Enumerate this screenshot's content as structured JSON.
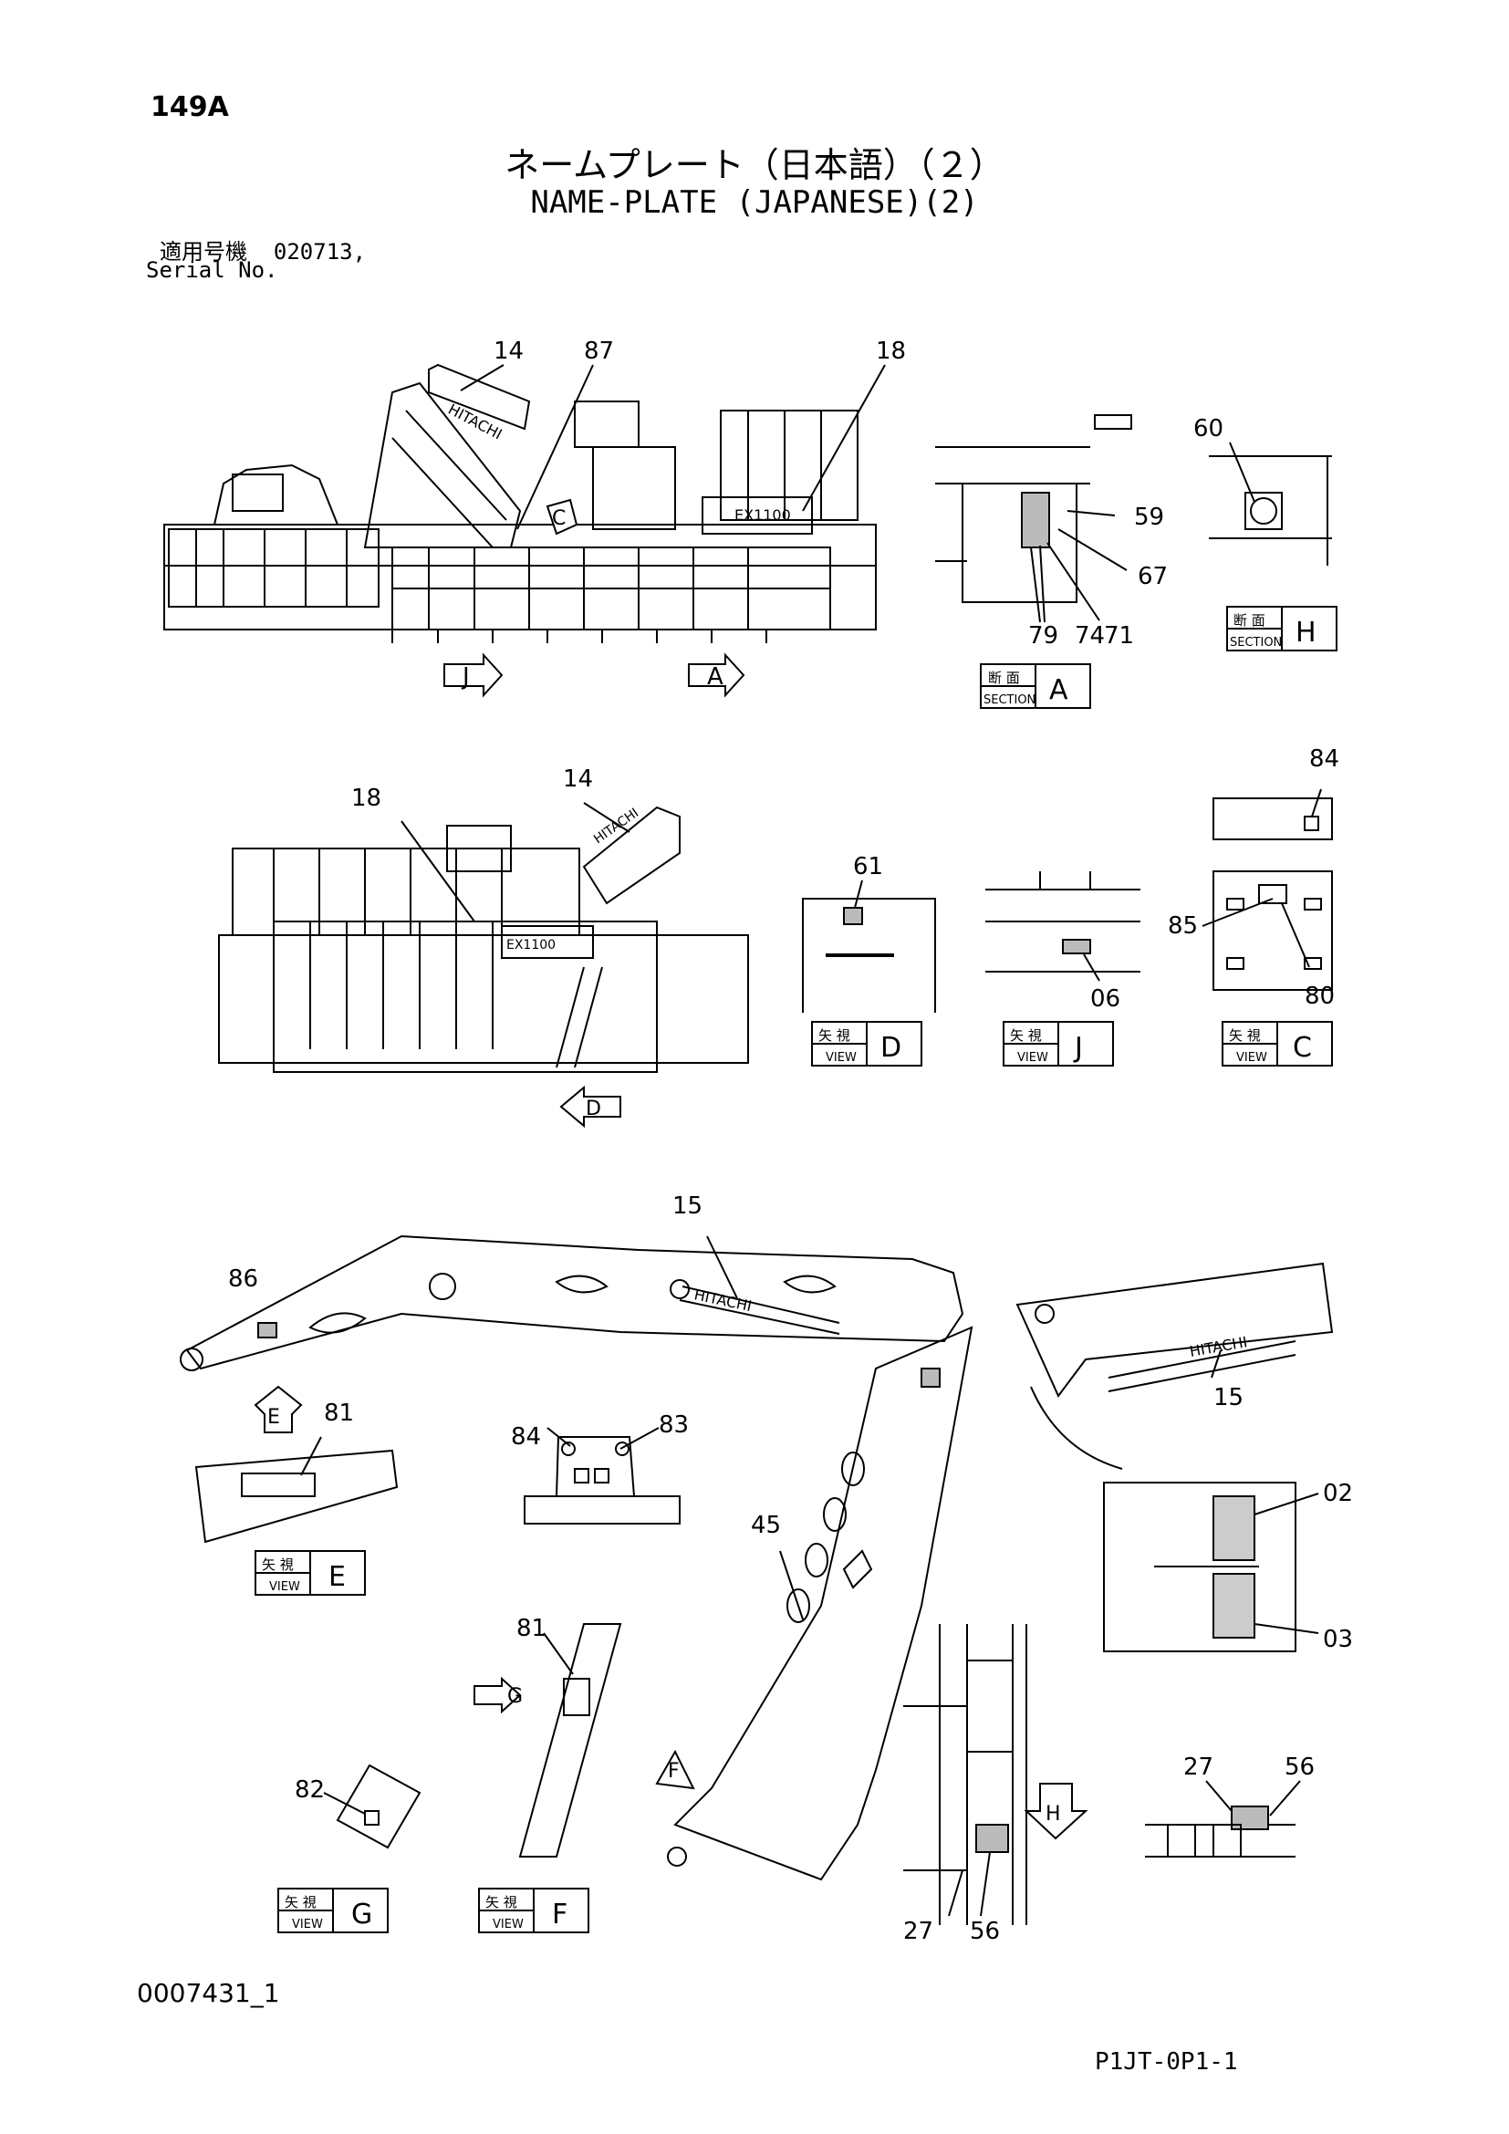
{
  "header": {
    "page_number": "149A",
    "title_jp": "ネームプレート（日本語）（２）",
    "title_en": "NAME-PLATE (JAPANESE)(2)",
    "serial_label_jp": "適用号機  020713,",
    "serial_label_en": "Serial No."
  },
  "callouts": {
    "c14": "14",
    "c87": "87",
    "c18": "18",
    "c60": "60",
    "c59": "59",
    "c67": "67",
    "c79": "79",
    "c74": "74",
    "c71": "71",
    "c84": "84",
    "c85": "85",
    "c80": "80",
    "c61": "61",
    "c06": "06",
    "c15": "15",
    "c86": "86",
    "c81": "81",
    "c83": "83",
    "c45": "45",
    "c02": "02",
    "c03": "03",
    "c82": "82",
    "c27": "27",
    "c56": "56"
  },
  "view_tags": {
    "section_jp": "断 面",
    "section_en": "SECTION",
    "view_jp": "矢 視",
    "view_en": "VIEW",
    "A": "A",
    "H": "H",
    "D": "D",
    "J": "J",
    "C": "C",
    "E": "E",
    "F": "F",
    "G": "G"
  },
  "plate_text": {
    "hitachi": "HITACHI",
    "model": "EX1100"
  },
  "footer": {
    "doc_id": "0007431_1",
    "sheet_id": "P1JT-0P1-1"
  }
}
